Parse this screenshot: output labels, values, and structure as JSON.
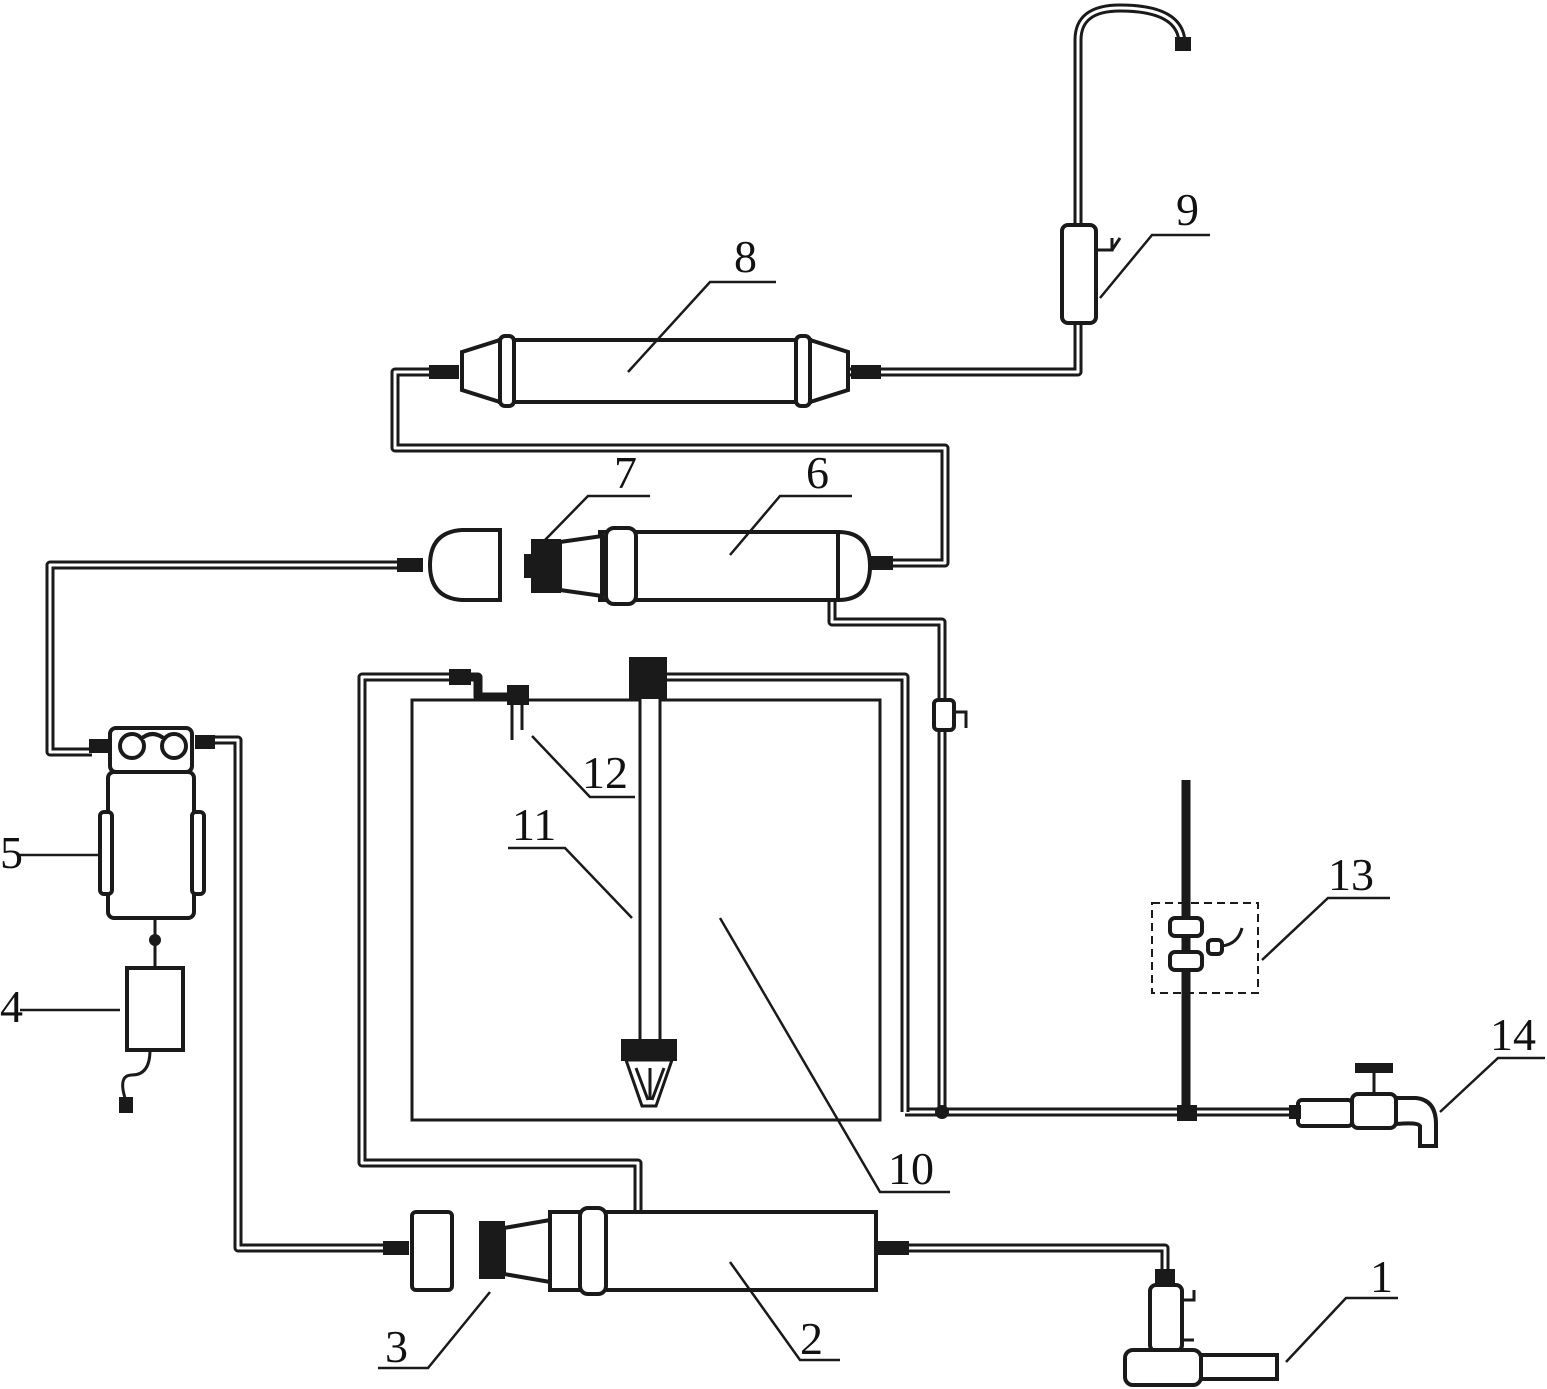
{
  "labels": {
    "l1": "1",
    "l2": "2",
    "l3": "3",
    "l4": "4",
    "l5": "5",
    "l6": "6",
    "l7": "7",
    "l8": "8",
    "l9": "9",
    "l10": "10",
    "l11": "11",
    "l12": "12",
    "l13": "13",
    "l14": "14"
  },
  "colors": {
    "line": "#1a1a1a",
    "background": "#ffffff"
  }
}
